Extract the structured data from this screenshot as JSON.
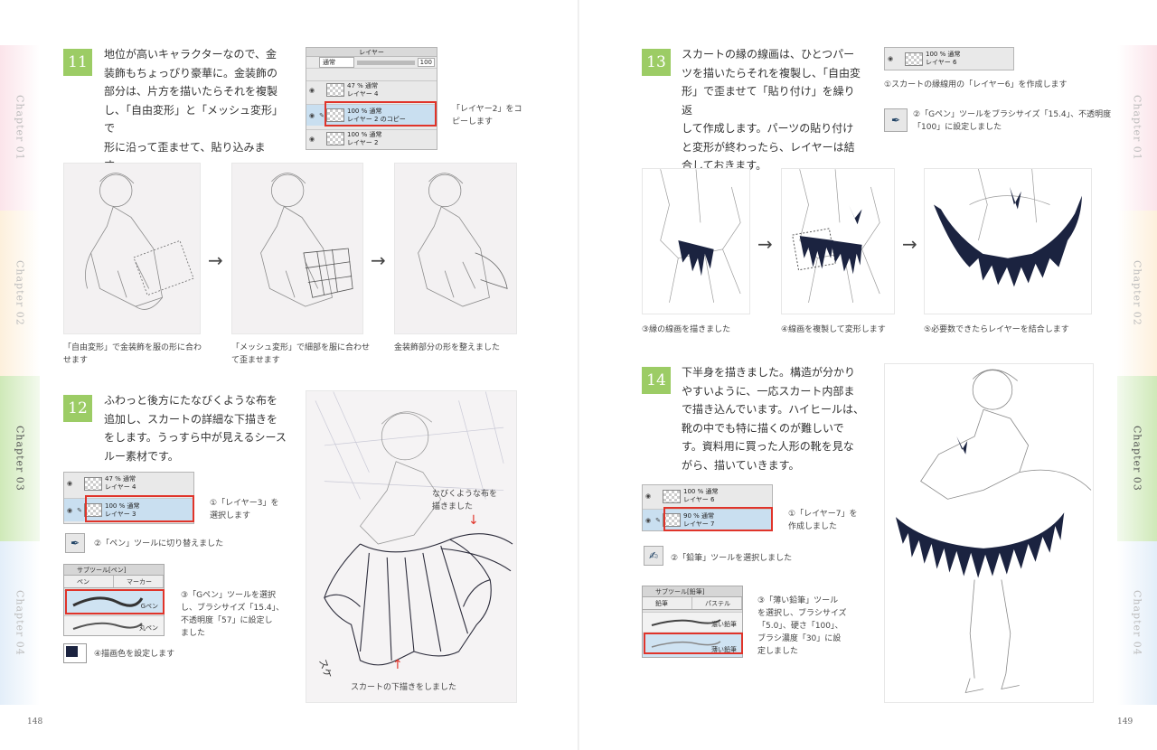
{
  "left_page": {
    "page_number": "148",
    "step11": {
      "badge": "11",
      "lines": [
        "地位が高いキャラクターなので、金",
        "装飾もちょっぴり豪華に。金装飾の",
        "部分は、片方を描いたらそれを複製",
        "し、「自由変形」と「メッシュ変形」で",
        "形に沿って歪ませて、貼り込みます。"
      ],
      "layer_panel": {
        "title": "レイヤー",
        "blend": "通常",
        "opacity": "100",
        "layers": [
          {
            "line1": "47 % 通常",
            "line2": "レイヤー 4"
          },
          {
            "line1": "100 % 通常",
            "line2": "レイヤー 2 のコピー"
          },
          {
            "line1": "100 % 通常",
            "line2": "レイヤー 2"
          }
        ]
      },
      "panel_note": [
        "「レイヤー2」をコ",
        "ピーします"
      ],
      "captions": [
        [
          "「自由変形」で金装飾を服の形に合わ",
          "せます"
        ],
        [
          "「メッシュ変形」で細部を服に合わせ",
          "て歪ませます"
        ],
        [
          "金装飾部分の形を整えました"
        ]
      ]
    },
    "step12": {
      "badge": "12",
      "lines": [
        "ふわっと後方にたなびくような布を",
        "追加し、スカートの詳細な下描きを",
        "をします。うっすら中が見えるシース",
        "ルー素材です。"
      ],
      "layer_panel": {
        "layers": [
          {
            "line1": "47 % 通常",
            "line2": "レイヤー 4"
          },
          {
            "line1": "100 % 通常",
            "line2": "レイヤー 3"
          }
        ]
      },
      "note1": [
        "①「レイヤー3」を",
        "選択します"
      ],
      "note2": "②「ペン」ツールに切り替えました",
      "subtool": {
        "header": "サブツール[ペン]",
        "tab1": "ペン",
        "tab2": "マーカー",
        "brush1": "Gペン",
        "brush2": "丸ペン"
      },
      "note3": [
        "③「Gペン」ツールを選択",
        "し、ブラシサイズ「15.4」、",
        "不透明度「57」に設定し",
        "ました"
      ],
      "note4": "④描画色を設定します",
      "art_note_top": [
        "なびくような布を",
        "描きました"
      ],
      "art_note_bottom": "スカートの下描きをしました"
    }
  },
  "right_page": {
    "page_number": "149",
    "step13": {
      "badge": "13",
      "lines": [
        "スカートの縁の線画は、ひとつパー",
        "ツを描いたらそれを複製し、「自由変",
        "形」で歪ませて「貼り付け」を繰り返",
        "して作成します。パーツの貼り付け",
        "と変形が終わったら、レイヤーは結",
        "合しておきます。"
      ],
      "layer": {
        "line1": "100 % 通常",
        "line2": "レイヤー 6"
      },
      "note1": "①スカートの縁線用の「レイヤー6」を作成します",
      "note2": [
        "②「Gペン」ツールをブラシサイズ「15.4」、不透明度",
        "「100」に設定しました"
      ],
      "captions": [
        "③縁の線画を描きました",
        "④線画を複製して変形します",
        "⑤必要数できたらレイヤーを結合します"
      ]
    },
    "step14": {
      "badge": "14",
      "lines": [
        "下半身を描きました。構造が分かり",
        "やすいように、一応スカート内部ま",
        "で描き込んでいます。ハイヒールは、",
        "靴の中でも特に描くのが難しいで",
        "す。資料用に買った人形の靴を見な",
        "がら、描いていきます。"
      ],
      "layer_panel": {
        "layers": [
          {
            "line1": "100 % 通常",
            "line2": "レイヤー 6"
          },
          {
            "line1": "90 % 通常",
            "line2": "レイヤー 7"
          }
        ]
      },
      "note1": [
        "①「レイヤー7」を",
        "作成しました"
      ],
      "note2": "②「鉛筆」ツールを選択しました",
      "subtool": {
        "header": "サブツール[鉛筆]",
        "tab1": "鉛筆",
        "tab2": "パステル",
        "brush1": "濃い鉛筆",
        "brush2": "薄い鉛筆"
      },
      "note3": [
        "③「薄い鉛筆」ツール",
        "を選択し、ブラシサイズ",
        "「5.0」、硬さ「100」、",
        "ブラシ濃度「30」に設",
        "定しました"
      ]
    }
  },
  "chapter_tabs": [
    "Chapter 01",
    "Chapter 02",
    "Chapter 03",
    "Chapter 04"
  ],
  "colors": {
    "accent_green": "#9ccc65",
    "highlight_red": "#e0342a"
  }
}
